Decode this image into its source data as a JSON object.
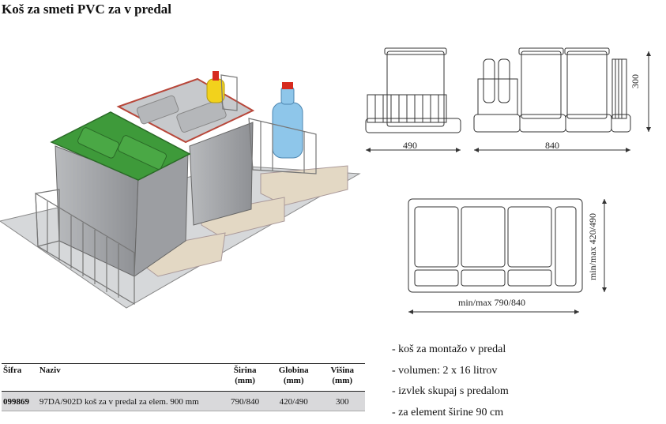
{
  "title": "Koš za smeti PVC za v predal",
  "dims": {
    "side_depth": "490",
    "front_width": "840",
    "height": "300",
    "top_depth": "min/max 420/490",
    "top_width": "min/max  790/840"
  },
  "table": {
    "headers": {
      "code": "Šifra",
      "name": "Naziv",
      "width": [
        "Širina",
        "(mm)"
      ],
      "depth": [
        "Globina",
        "(mm)"
      ],
      "height": [
        "Višina",
        "(mm)"
      ]
    },
    "rows": [
      {
        "code": "099869",
        "name": "97DA/902D koš za v predal za elem. 900 mm",
        "width": "790/840",
        "depth": "420/490",
        "height": "300"
      }
    ]
  },
  "features": [
    "- koš za montažo v predal",
    "- volumen: 2 x 16 litrov",
    "- izvlek skupaj s predalom",
    "- za element širine 90 cm"
  ],
  "colors": {
    "lid_green": "#3e9a3a",
    "lid_grey": "#c7c9cc",
    "bin_grey": "#a8aaad",
    "lid_rim_red": "#b8473a",
    "bottle_blue": "#8ec6ea",
    "bottle_cap_red": "#d62b1f",
    "bottle_yellow": "#f2d21c",
    "tray": "#e3d8c4"
  }
}
